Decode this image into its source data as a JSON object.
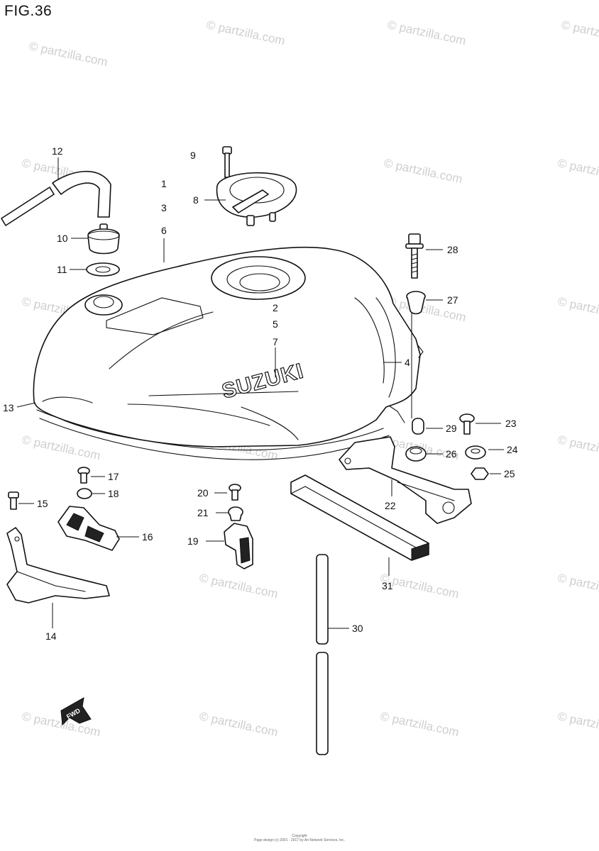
{
  "figure": {
    "title": "FIG.36"
  },
  "watermark": {
    "text": "© partzilla.com"
  },
  "tank": {
    "brand_text": "SUZUKI"
  },
  "direction_arrow": {
    "text": "FWD"
  },
  "callouts": [
    {
      "id": "c12",
      "text": "12"
    },
    {
      "id": "c9",
      "text": "9"
    },
    {
      "id": "c8",
      "text": "8"
    },
    {
      "id": "c1",
      "text": "1"
    },
    {
      "id": "c3",
      "text": "3"
    },
    {
      "id": "c6",
      "text": "6"
    },
    {
      "id": "c10",
      "text": "10"
    },
    {
      "id": "c11",
      "text": "11"
    },
    {
      "id": "c28",
      "text": "28"
    },
    {
      "id": "c27",
      "text": "27"
    },
    {
      "id": "c2",
      "text": "2"
    },
    {
      "id": "c5",
      "text": "5"
    },
    {
      "id": "c7",
      "text": "7"
    },
    {
      "id": "c4",
      "text": "4"
    },
    {
      "id": "c13",
      "text": "13"
    },
    {
      "id": "c23",
      "text": "23"
    },
    {
      "id": "c29",
      "text": "29"
    },
    {
      "id": "c24",
      "text": "24"
    },
    {
      "id": "c26",
      "text": "26"
    },
    {
      "id": "c25",
      "text": "25"
    },
    {
      "id": "c17",
      "text": "17"
    },
    {
      "id": "c18",
      "text": "18"
    },
    {
      "id": "c15",
      "text": "15"
    },
    {
      "id": "c16",
      "text": "16"
    },
    {
      "id": "c20",
      "text": "20"
    },
    {
      "id": "c21",
      "text": "21"
    },
    {
      "id": "c19",
      "text": "19"
    },
    {
      "id": "c22",
      "text": "22"
    },
    {
      "id": "c31",
      "text": "31"
    },
    {
      "id": "c14",
      "text": "14"
    },
    {
      "id": "c30",
      "text": "30"
    }
  ],
  "footer": {
    "line1": "Copyright",
    "line2": "Page design (c) 2001 - 2017 by Ari Network Services, Inc."
  }
}
